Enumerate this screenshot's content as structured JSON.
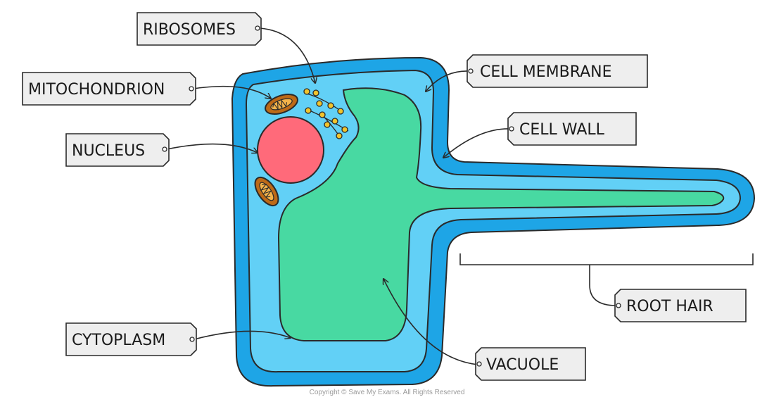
{
  "colors": {
    "cell_wall": "#1ea5e6",
    "cytoplasm": "#62d0f6",
    "vacuole": "#48d9a2",
    "nucleus": "#ff6a7a",
    "mitochondrion": "#bd6a17",
    "ribosome": "#f2c42b",
    "label_fill": "#eeeeee",
    "outline": "#2a2a2a"
  },
  "labels": {
    "ribosomes": "RIBOSOMES",
    "mitochondrion": "MITOCHONDRION",
    "nucleus": "NUCLEUS",
    "cytoplasm": "CYTOPLASM",
    "cell_membrane": "CELL MEMBRANE",
    "cell_wall": "CELL WALL",
    "root_hair": "ROOT HAIR",
    "vacuole": "VACUOLE"
  },
  "copyright": "Copyright © Save My Exams. All Rights Reserved"
}
